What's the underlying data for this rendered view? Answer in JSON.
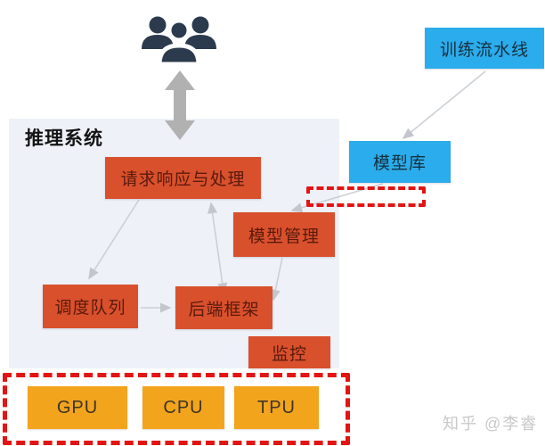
{
  "diagram": {
    "title": "推理系统",
    "nodes": {
      "request": "请求响应与处理",
      "model_mgmt": "模型管理",
      "sched": "调度队列",
      "backend": "后端框架",
      "monitor": "监控",
      "train": "训练流水线",
      "repo": "模型库",
      "gpu": "GPU",
      "cpu": "CPU",
      "tpu": "TPU"
    },
    "edges": [
      {
        "from": "训练流水线",
        "to": "模型库",
        "style": "arrow"
      },
      {
        "from": "模型库",
        "to": "模型管理",
        "style": "arrow"
      },
      {
        "from": "模型管理",
        "to": "后端框架",
        "style": "arrow"
      },
      {
        "from": "请求响应与处理",
        "to": "调度队列",
        "style": "arrow"
      },
      {
        "from": "后端框架",
        "to": "请求响应与处理",
        "style": "double-arrow"
      },
      {
        "from": "调度队列",
        "to": "后端框架",
        "style": "arrow"
      },
      {
        "from": "用户",
        "to": "推理系统",
        "style": "thick-double-arrow"
      }
    ],
    "colors": {
      "panel_bg": "#EEF1F8",
      "orange_node": "#D9502C",
      "blue_node": "#2BACEC",
      "amber_node": "#F3A41D",
      "dashed_red": "#E21414",
      "users_icon": "#2C3A4D",
      "thick_arrow": "#B1B1B1",
      "connector": "#CCD0D6"
    }
  },
  "watermark": "知乎 @李睿"
}
